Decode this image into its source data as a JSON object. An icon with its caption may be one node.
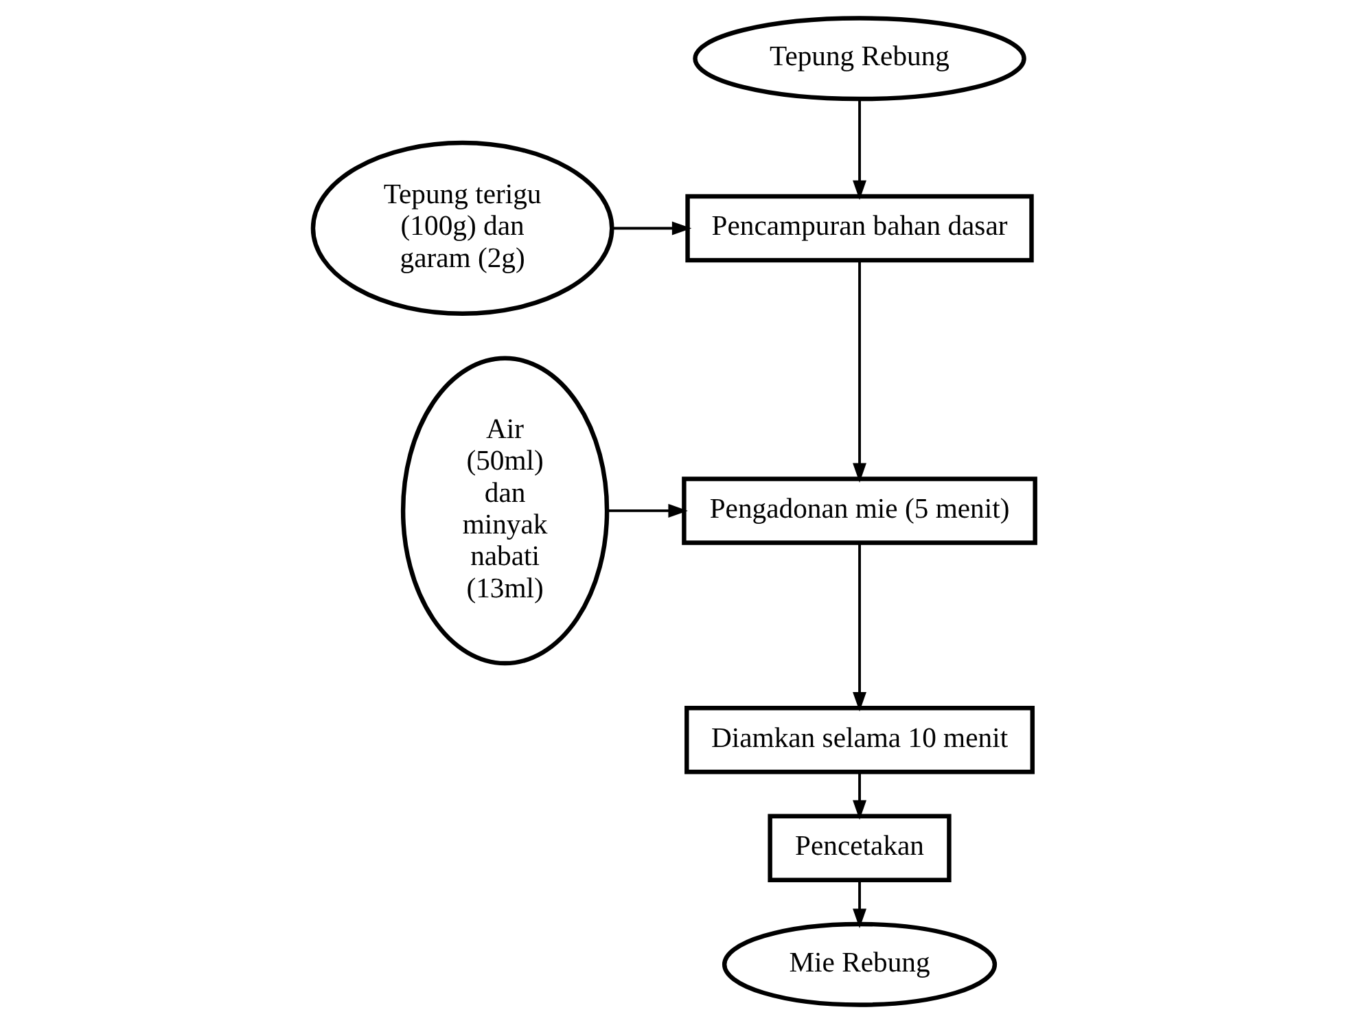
{
  "diagram": {
    "nodes": [
      {
        "text": [
          "Tepung Rebung"
        ]
      },
      {
        "text": [
          "Tepung terigu (100g) dan garam (2g)"
        ]
      },
      {
        "text": [
          "Pencampuran bahan dasar"
        ]
      },
      {
        "text": [
          "Air (50ml) dan minyak nabati (13ml)"
        ]
      },
      {
        "text": [
          "Pengadonan mie (5 menit)"
        ]
      },
      {
        "text": [
          "Diamkan selama 10 menit"
        ]
      },
      {
        "text": [
          "Pencetakan"
        ]
      },
      {
        "text": [
          "Mie Rebung"
        ]
      }
    ],
    "edges": [
      {
        "from": 0,
        "to": 2,
        "arrow": "to"
      },
      {
        "from": 1,
        "to": 2,
        "arrow": "to"
      },
      {
        "from": 2,
        "to": 4,
        "arrow": "to"
      },
      {
        "from": 3,
        "to": 4,
        "arrow": "to"
      },
      {
        "from": 4,
        "to": 5,
        "arrow": "to"
      },
      {
        "from": 5,
        "to": 6,
        "arrow": "to"
      },
      {
        "from": 6,
        "to": 7,
        "arrow": "to"
      }
    ]
  }
}
